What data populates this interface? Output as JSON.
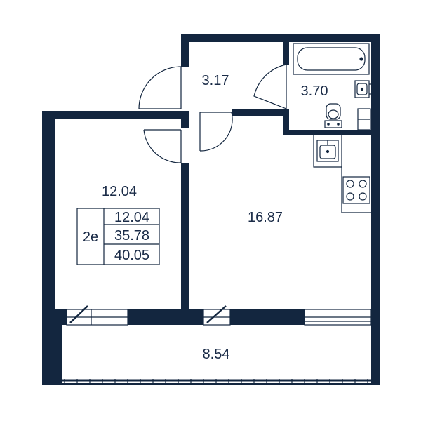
{
  "colors": {
    "wall": "#13263f",
    "line": "#13263f",
    "background": "#ffffff"
  },
  "rooms": {
    "hall": "3.17",
    "bathroom": "3.70",
    "bedroom": "12.04",
    "living_kitchen": "16.87",
    "balcony": "8.54"
  },
  "summary": {
    "rooms_code": "2е",
    "living_area": "12.04",
    "total_area": "35.78",
    "total_with_balcony": "40.05"
  },
  "icons": [
    "bathtub-icon",
    "washbasin-icon",
    "toilet-icon",
    "kitchen-sink-icon",
    "stove-icon",
    "door-swing-icon",
    "window-icon"
  ]
}
